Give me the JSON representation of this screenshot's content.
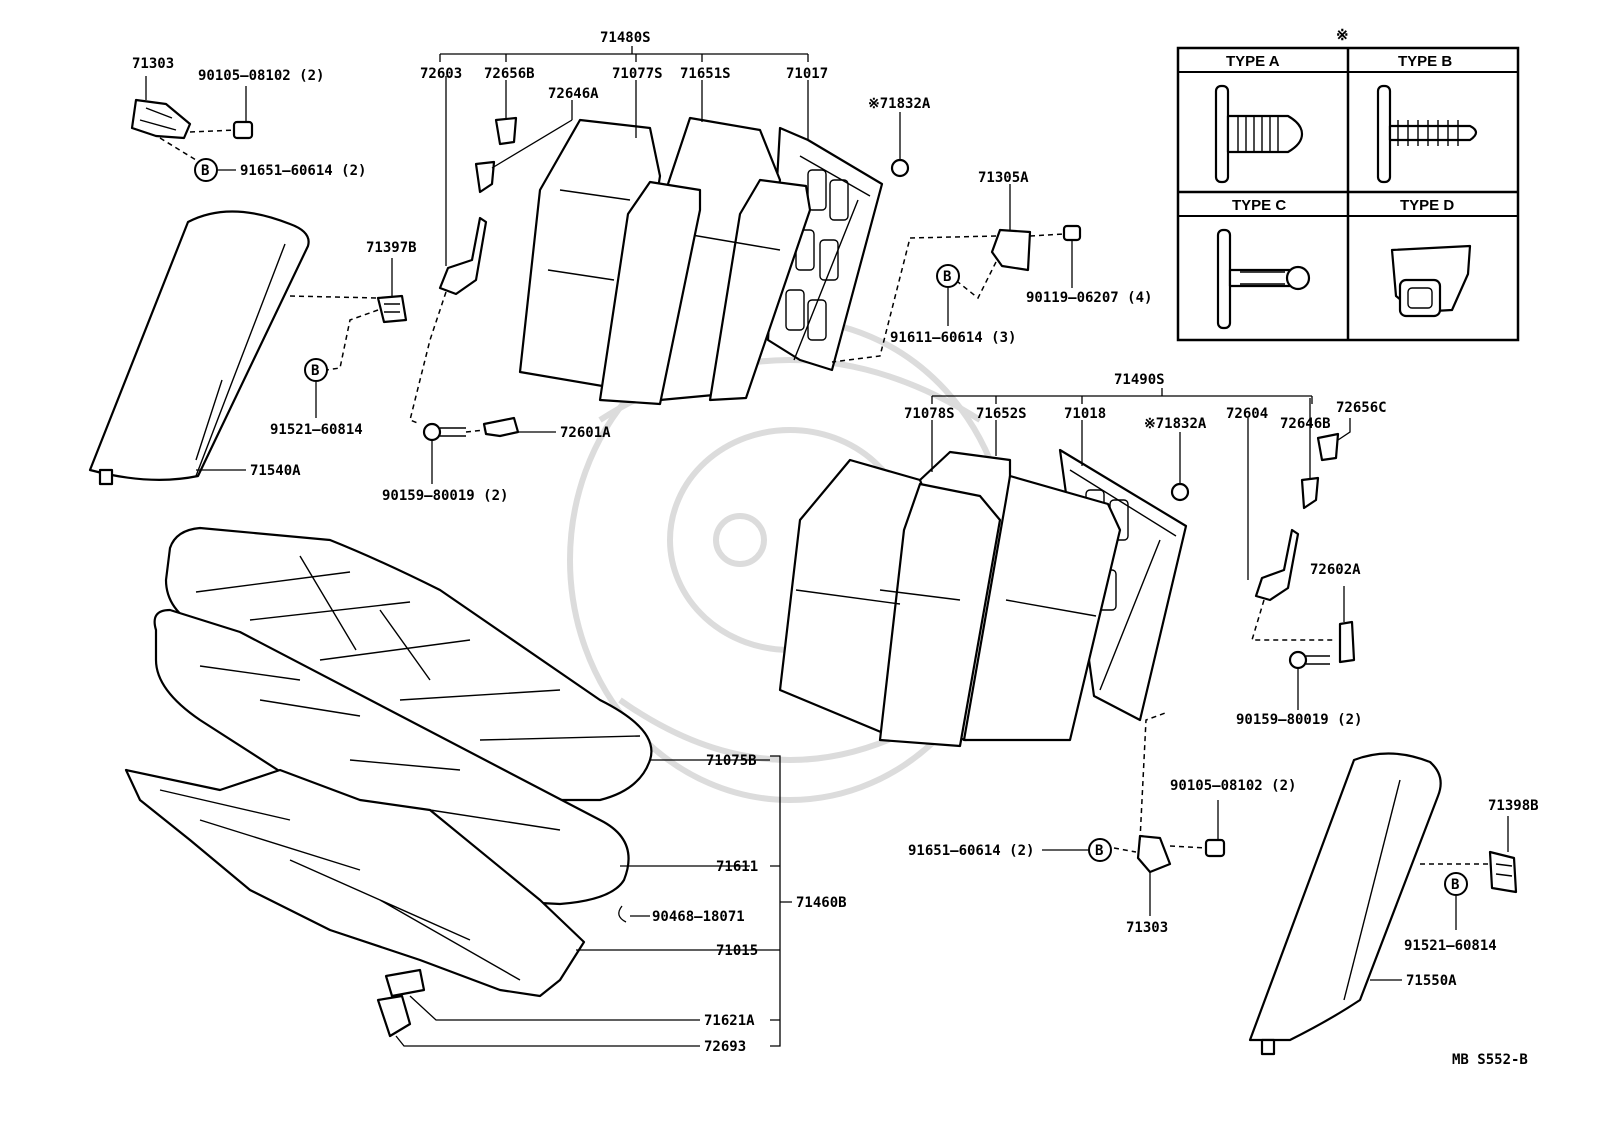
{
  "symbol": "※",
  "types_table": {
    "headers": [
      "TYPE A",
      "TYPE B",
      "TYPE C",
      "TYPE D"
    ]
  },
  "circle_marker": "B",
  "labels": {
    "top_left_bracket": "71303",
    "bolt_top_left": "90105–08102 (2)",
    "nut_top_left": "91651–60614 (2)",
    "side_trim_left": "71540A",
    "bracket_left_mid": "71397B",
    "nut_left_mid": "91521–60814",
    "hinge_left": "72603",
    "clip_left": "72656B",
    "stay_left": "72646A",
    "backrest_left_assy": "71480S",
    "cover_left_a": "71077S",
    "cover_left_b": "71651S",
    "frame_left": "71017",
    "clip_star_left": "※71832A",
    "bracket_right_top": "71305A",
    "nut_mid": "91611–60614 (3)",
    "bolt_mid": "90119–06207 (4)",
    "lock_left": "72601A",
    "bolt_left_low": "90159–80019 (2)",
    "backrest_right_assy": "71490S",
    "cover_right_a": "71078S",
    "cover_right_b": "71652S",
    "frame_right": "71018",
    "clip_star_right": "※71832A",
    "hinge_right": "72604",
    "stay_right": "72646B",
    "clip_right": "72656C",
    "lock_right": "72602A",
    "bolt_right_low": "90159–80019 (2)",
    "cushion_cover": "71075B",
    "cushion_pad": "71611",
    "hog_ring": "90468–18071",
    "cushion_assy": "71460B",
    "cushion_frame": "71015",
    "hook": "71621A",
    "lock_bottom": "72693",
    "bolt_right_mid": "90105–08102 (2)",
    "nut_right_mid": "91651–60614 (2)",
    "bracket_right_bottom": "71303",
    "bracket_right_side": "71398B",
    "nut_right_side": "91521–60814",
    "side_trim_right": "71550A",
    "drawing_code": "MB S552-B"
  }
}
